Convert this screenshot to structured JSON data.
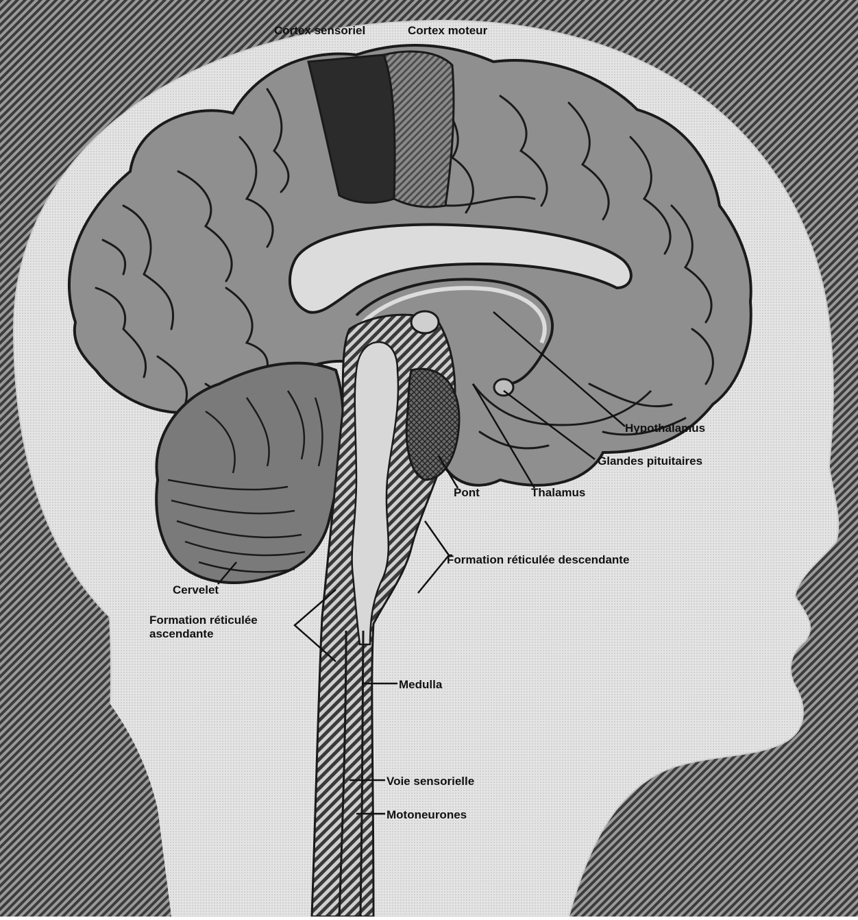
{
  "labels": {
    "cortex_sensoriel": "Cortex sensoriel",
    "cortex_moteur": "Cortex moteur",
    "hypothalamus": "Hypothalamus",
    "glandes_pituitaires": "Glandes pituitaires",
    "thalamus": "Thalamus",
    "pont": "Pont",
    "formation_desc": "Formation réticulée descendante",
    "cervelet": "Cervelet",
    "formation_asc_1": "Formation réticulée",
    "formation_asc_2": "ascendante",
    "medulla": "Medulla",
    "voie_sensorielle": "Voie sensorielle",
    "motoneurones": "Motoneurones"
  },
  "colors": {
    "background_hatch": "#6e6e6e",
    "head_fill": "#e2e2e2",
    "brain_fill": "#8f8f8f",
    "fold_line": "#1a1a1a",
    "corpus_callosum": "#dcdcdc",
    "sensory_cortex": "#2b2b2b",
    "motor_cortex": "#5a5a5a",
    "spinal_tract": "#4a4a4a",
    "ink": "#111111"
  }
}
